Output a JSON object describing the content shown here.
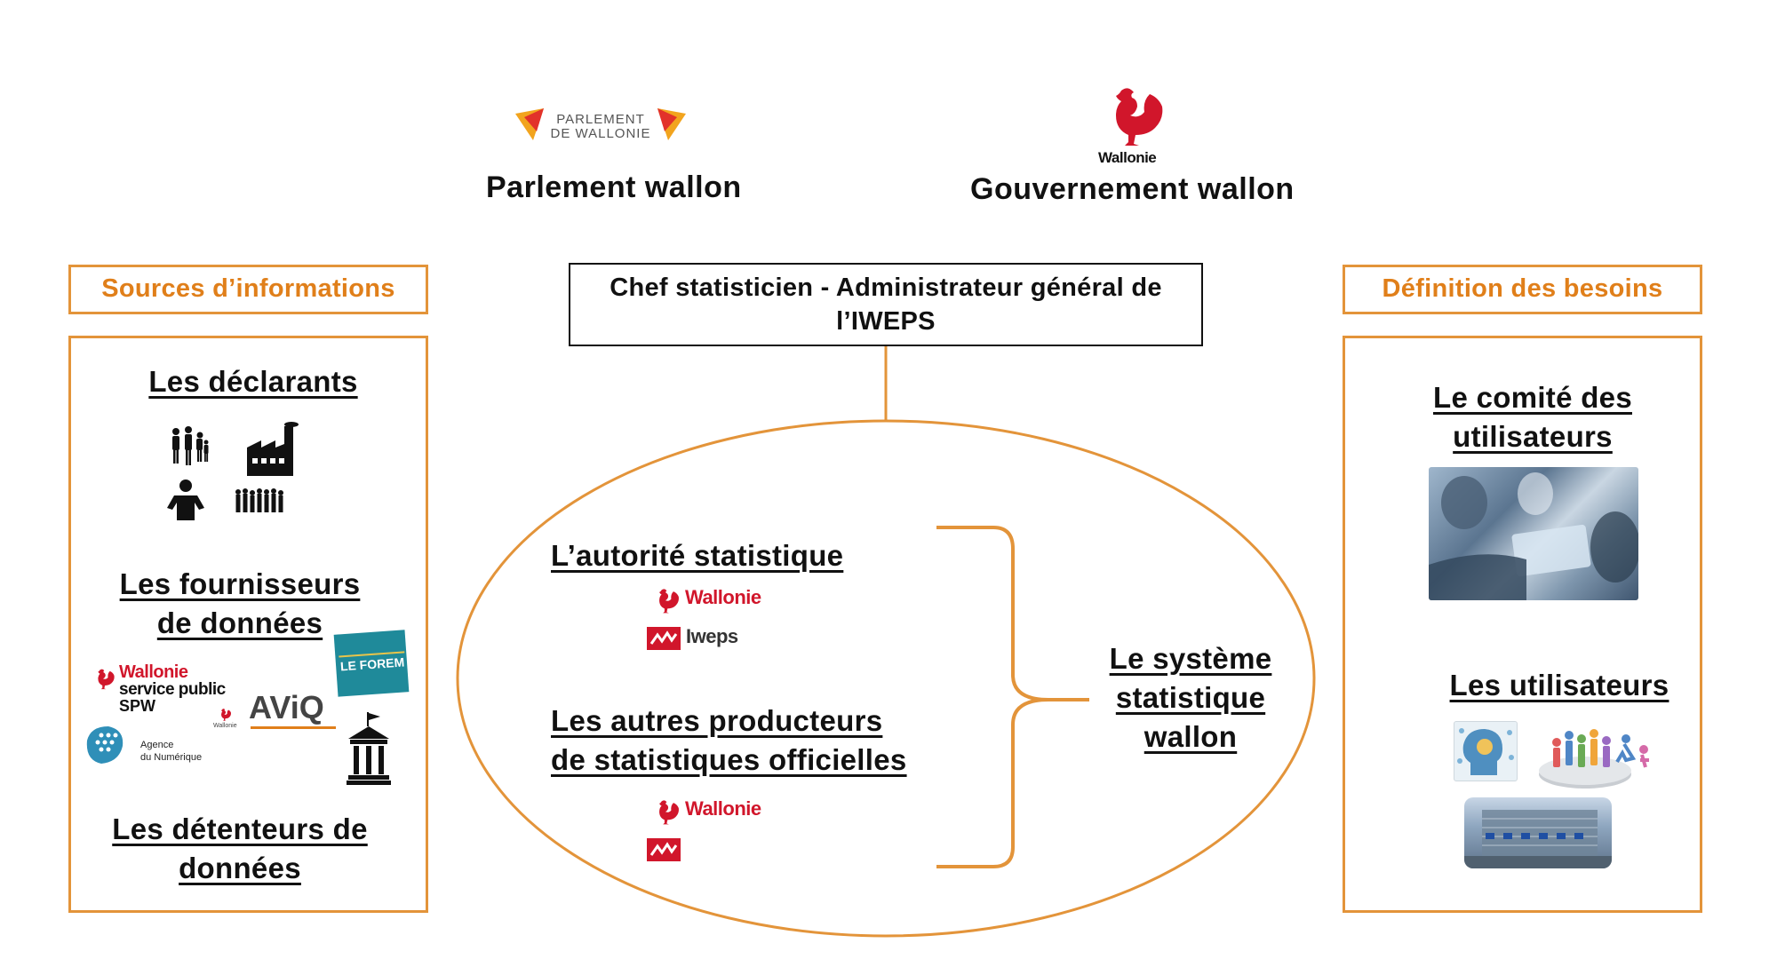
{
  "top": {
    "parlement_logo_line1": "PARLEMENT",
    "parlement_logo_line2": "DE WALLONIE",
    "parlement_label": "Parlement wallon",
    "gouvernement_logo_text": "Wallonie",
    "gouvernement_label": "Gouvernement wallon"
  },
  "left": {
    "header": "Sources d’informations",
    "declarants": "Les déclarants",
    "fournisseurs_line1": "Les fournisseurs",
    "fournisseurs_line2": "de données",
    "detenteurs_line1": "Les détenteurs de",
    "detenteurs_line2": "données",
    "logos": {
      "spw_line1": "Wallonie",
      "spw_line2": "service public",
      "spw_line3": "SPW",
      "forem": "LE FOREM",
      "aviq": "AViQ",
      "agence_line1": "Agence",
      "agence_line2": "du Numérique",
      "wallonie_small": "Wallonie"
    }
  },
  "center": {
    "chef_line1": "Chef statisticien - Administrateur général de",
    "chef_line2": "l’IWEPS",
    "autorite": "L’autorité statistique",
    "autorite_logo1": "Wallonie",
    "autorite_logo2": "Iweps",
    "autres_line1": "Les autres producteurs",
    "autres_line2": "de statistiques officielles",
    "autres_logo": "Wallonie",
    "systeme_line1": "Le système",
    "systeme_line2": "statistique",
    "systeme_line3": "wallon"
  },
  "right": {
    "header": "Définition des besoins",
    "comite_line1": "Le comité des",
    "comite_line2": "utilisateurs",
    "utilisateurs": "Les utilisateurs"
  },
  "colors": {
    "accent_orange": "#e3943a",
    "header_orange": "#e07f1a",
    "wallonie_red": "#d1162b",
    "forem_teal": "#1f8a9a"
  }
}
